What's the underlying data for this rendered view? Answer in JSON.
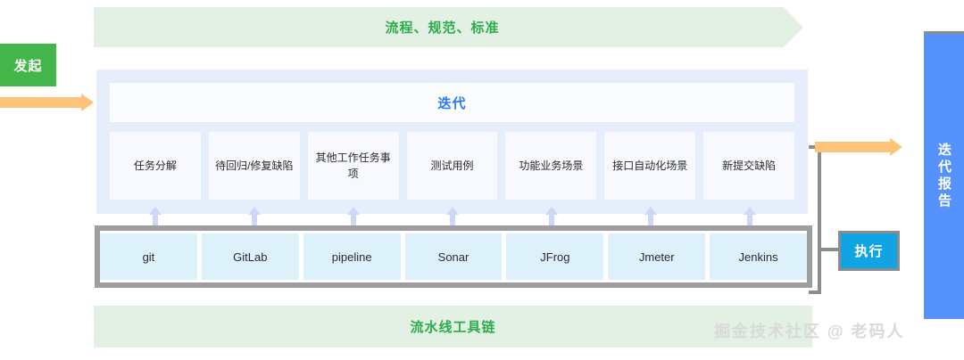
{
  "initiate": {
    "label": "发起"
  },
  "banners": {
    "top": {
      "label": "流程、规范、标准",
      "color": "#2eab4c",
      "bg": "#e3f0e4"
    },
    "bottom": {
      "label": "流水线工具链",
      "color": "#2eab4c",
      "bg": "#e3f0e4"
    }
  },
  "iteration": {
    "header_label": "迭代",
    "header_color": "#2979f2",
    "panel_bg": "#e6edfb",
    "tasks": [
      {
        "label": "任务分解"
      },
      {
        "label": "待回归/修复缺陷"
      },
      {
        "label": "其他工作任务事项"
      },
      {
        "label": "测试用例"
      },
      {
        "label": "功能业务场景"
      },
      {
        "label": "接口自动化场景"
      },
      {
        "label": "新提交缺陷"
      }
    ]
  },
  "toolchain": {
    "tools": [
      {
        "label": "git"
      },
      {
        "label": "GitLab"
      },
      {
        "label": "pipeline"
      },
      {
        "label": "Sonar"
      },
      {
        "label": "JFrog"
      },
      {
        "label": "Jmeter"
      },
      {
        "label": "Jenkins"
      }
    ]
  },
  "execute": {
    "label": "执行",
    "color": "#11a4e4"
  },
  "report": {
    "label": "迭代报告",
    "color": "#5592fb"
  },
  "watermark": {
    "text": "掘金技术社区 @ 老码人"
  },
  "arrows": {
    "color": "#fcc379"
  }
}
